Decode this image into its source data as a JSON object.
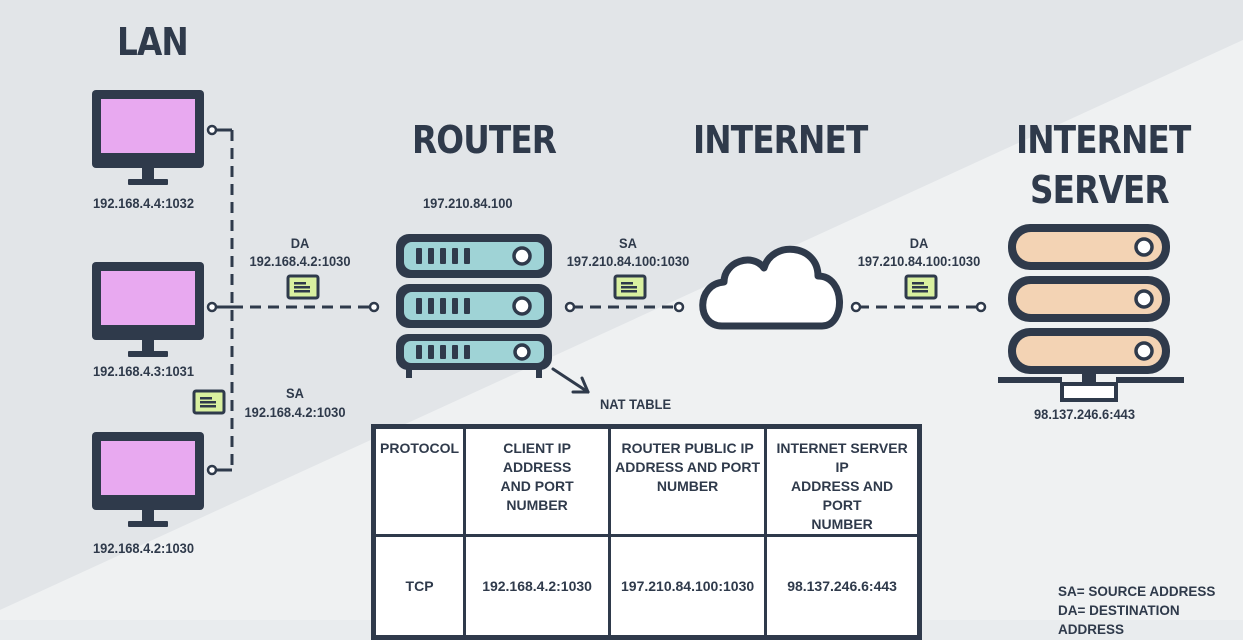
{
  "titles": {
    "lan": "LAN",
    "router": "ROUTER",
    "internet": "INTERNET",
    "server_line1": "INTERNET",
    "server_line2": "SERVER"
  },
  "lan_hosts": [
    {
      "address": "192.168.4.4:1032"
    },
    {
      "address": "192.168.4.3:1031"
    },
    {
      "address": "192.168.4.2:1030"
    }
  ],
  "router": {
    "public_ip": "197.210.84.100"
  },
  "server": {
    "address": "98.137.246.6:443"
  },
  "packets": {
    "lan_da": {
      "label": "DA",
      "address": "192.168.4.2:1030"
    },
    "lan_sa": {
      "label": "SA",
      "address": "192.168.4.2:1030"
    },
    "wan_sa": {
      "label": "SA",
      "address": "197.210.84.100:1030"
    },
    "server_da": {
      "label": "DA",
      "address": "197.210.84.100:1030"
    }
  },
  "nat_table": {
    "caption": "NAT TABLE",
    "headers": [
      {
        "line1": "PROTOCOL",
        "line2": "",
        "line3": ""
      },
      {
        "line1": "CLIENT IP ADDRESS",
        "line2": "AND PORT NUMBER",
        "line3": ""
      },
      {
        "line1": "ROUTER PUBLIC IP",
        "line2": "ADDRESS AND PORT",
        "line3": "NUMBER"
      },
      {
        "line1": "INTERNET SERVER IP",
        "line2": "ADDRESS AND PORT",
        "line3": "NUMBER"
      }
    ],
    "row": [
      "TCP",
      "192.168.4.2:1030",
      "197.210.84.100:1030",
      "98.137.246.6:443"
    ]
  },
  "legend": {
    "sa": "SA= SOURCE ADDRESS",
    "da": "DA= DESTINATION ADDRESS"
  },
  "colors": {
    "dark": "#2f3a4b",
    "screen": "#e8a9f0",
    "router_slot": "#9fd3d6",
    "server_slot": "#f3d3b4",
    "packet": "#d9f0a0"
  }
}
